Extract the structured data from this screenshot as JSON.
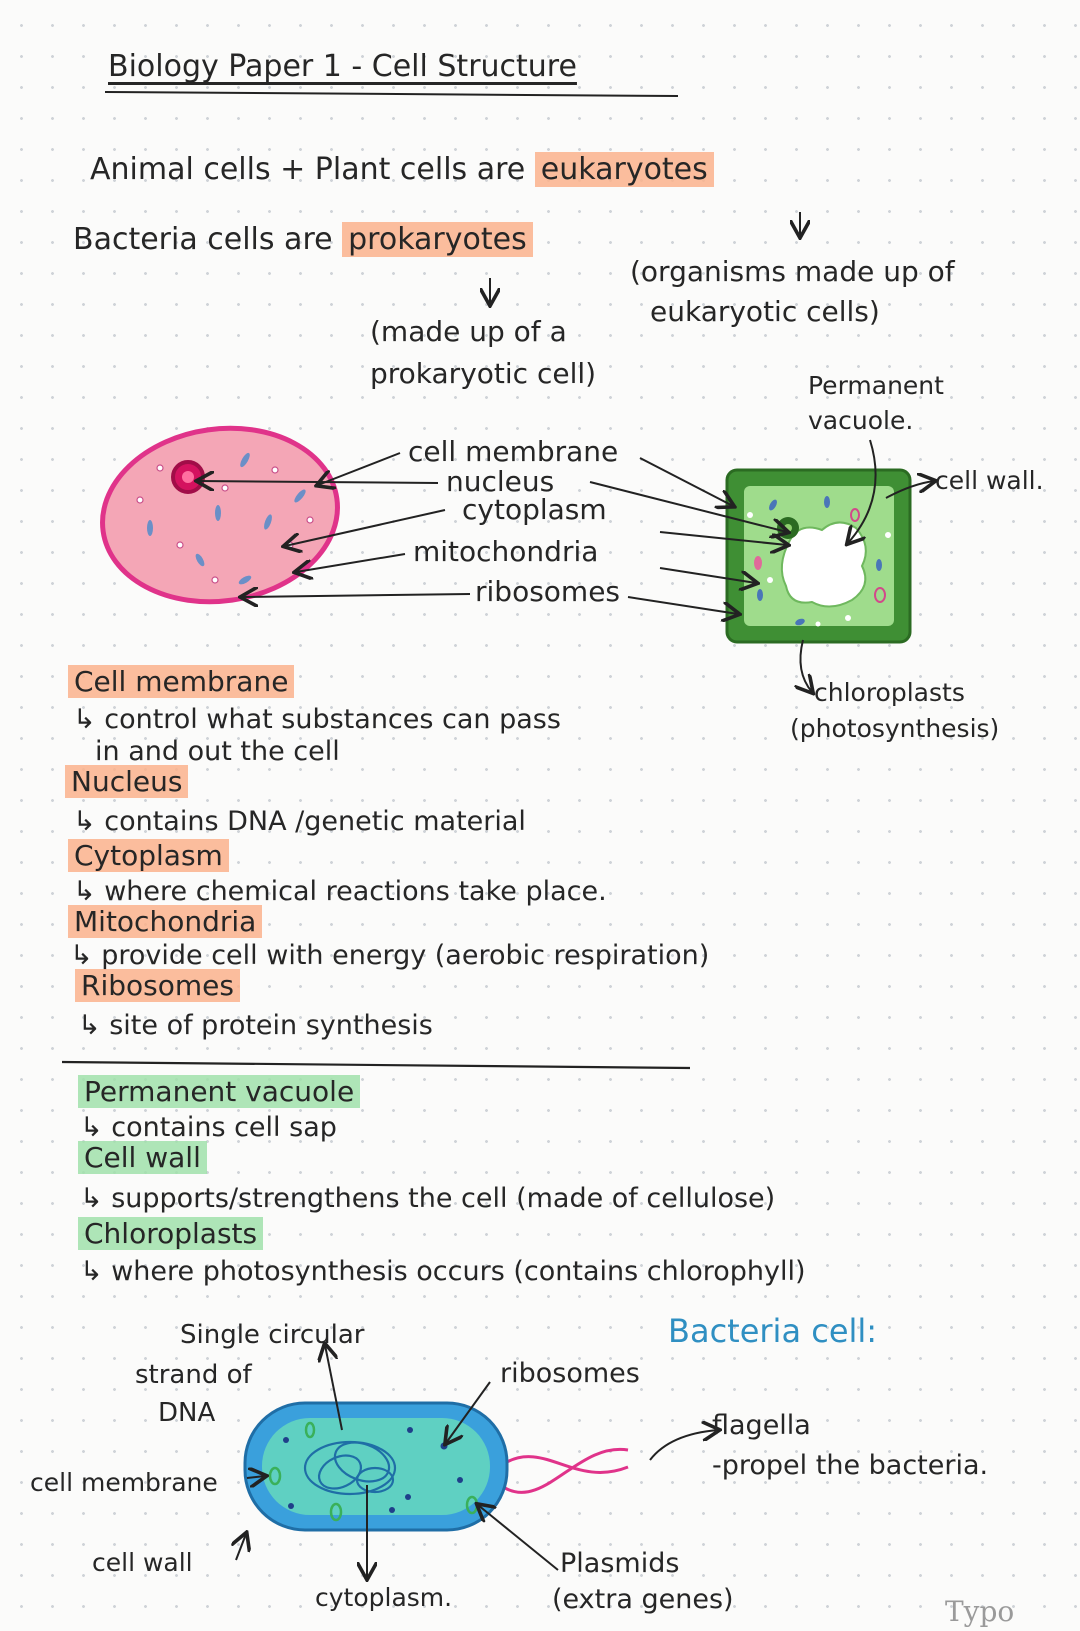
{
  "title": "Biology Paper 1 - Cell Structure",
  "intro": {
    "line1_text": "Animal cells + Plant cells are",
    "line1_term": "eukaryotes",
    "line2_text": "Bacteria cells are",
    "line2_term": "prokaryotes",
    "prokaryote_note_1": "(made up of a",
    "prokaryote_note_2": "prokaryotic cell)",
    "eukaryote_note_1": "(organisms made up of",
    "eukaryote_note_2": "eukaryotic cells)"
  },
  "diagram_labels": {
    "permanent_vacuole_1": "Permanent",
    "permanent_vacuole_2": "vacuole.",
    "cell_wall": "cell wall.",
    "cell_membrane": "cell membrane",
    "nucleus": "nucleus",
    "cytoplasm": "cytoplasm",
    "mitochondria": "mitochondria",
    "ribosomes": "ribosomes",
    "chloroplasts_1": "chloroplasts",
    "chloroplasts_2": "(photosynthesis)"
  },
  "animal_plant_terms": [
    {
      "term": "Cell membrane",
      "desc_1": "control what substances can pass",
      "desc_2": "in and out the cell"
    },
    {
      "term": "Nucleus",
      "desc_1": "contains DNA /genetic material"
    },
    {
      "term": "Cytoplasm",
      "desc_1": "where chemical reactions take place."
    },
    {
      "term": "Mitochondria",
      "desc_1": "provide cell with energy (aerobic respiration)"
    },
    {
      "term": "Ribosomes",
      "desc_1": "site of protein synthesis"
    }
  ],
  "plant_terms": [
    {
      "term": "Permanent vacuole",
      "desc_1": "contains cell sap"
    },
    {
      "term": "Cell wall",
      "desc_1": "supports/strengthens the cell (made of cellulose)"
    },
    {
      "term": "Chloroplasts",
      "desc_1": "where photosynthesis occurs (contains chlorophyll)"
    }
  ],
  "bacteria": {
    "heading": "Bacteria cell:",
    "dna_1": "Single circular",
    "dna_2": "strand of",
    "dna_3": "DNA",
    "ribosomes": "ribosomes",
    "flagella_1": "flagella",
    "flagella_2": "-propel the bacteria.",
    "cell_membrane": "cell membrane",
    "cell_wall": "cell wall",
    "cytoplasm": "cytoplasm.",
    "plasmids_1": "Plasmids",
    "plasmids_2": "(extra genes)"
  },
  "footer_brand": "Typo",
  "colors": {
    "orange_highlight": "#fab28c",
    "green_highlight": "#a0e0aa",
    "animal_cell": "#f4a6b6",
    "plant_cell_wall": "#3f8f34",
    "plant_cytoplasm": "#9fdc8c",
    "bacteria_wall": "#3aa0dc",
    "bacteria_cytoplasm": "#5fd0c2"
  }
}
